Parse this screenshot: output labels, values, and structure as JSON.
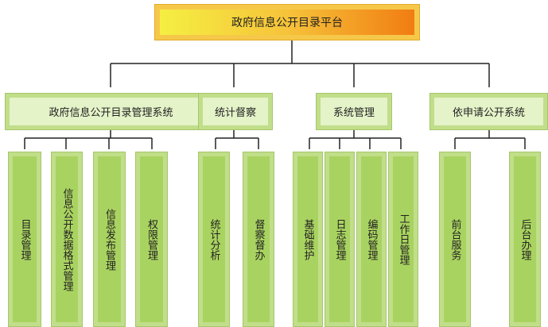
{
  "root": {
    "label": "政府信息公开目录平台"
  },
  "categories": [
    {
      "label": "政府信息公开目录管理系统",
      "children": [
        "目录管理",
        "信息公开数据格式管理",
        "信息发布管理",
        "权限管理"
      ]
    },
    {
      "label": "统计督察",
      "children": [
        "统计分析",
        "督察督办"
      ]
    },
    {
      "label": "系统管理",
      "children": [
        "基础维护",
        "日志管理",
        "编码管理",
        "工作日管理"
      ]
    },
    {
      "label": "依申请公开系统",
      "children": [
        "前台服务",
        "后台办理"
      ]
    }
  ],
  "colors": {
    "line": "#222222",
    "root_accent": "#f17d12",
    "leaf_fill": "#a9d360",
    "category_fill": "#e4f3c8"
  }
}
